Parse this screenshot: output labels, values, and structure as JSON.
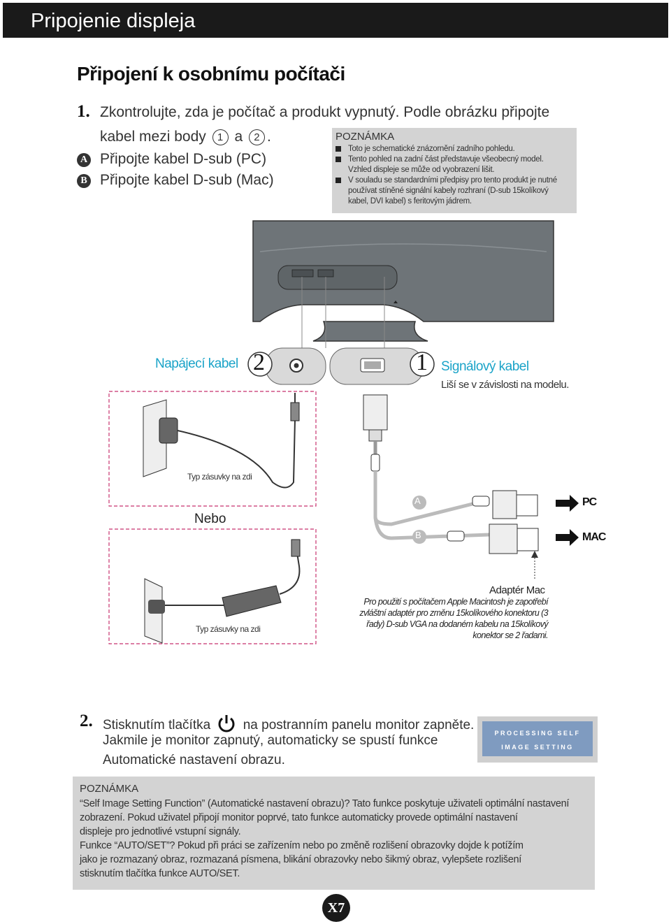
{
  "header": {
    "title": "Pripojenie displeja"
  },
  "section": {
    "title": "Připojení k  osobnímu počítači"
  },
  "step1": {
    "num": "1.",
    "line1": "Zkontrolujte, zda je počítač a  produkt vypnutý. Podle obrázku připojte",
    "line2_prefix": "kabel mezi body",
    "circle1": "1",
    "and": "a",
    "circle2": "2",
    "line2_suffix": ".",
    "a_label": "A",
    "a_text": "Připojte kabel D-sub (PC)",
    "b_label": "B",
    "b_text": "Připojte kabel D-sub (Mac)"
  },
  "note1": {
    "heading": "POZNÁMKA",
    "bullet1_l1": "Toto je schematické znázornění zadního pohledu.",
    "bullet2_l1": "Tento pohled na zadní část představuje všeobecný model.",
    "bullet2_l2": "Vzhled displeje se může od vyobrazení lišit.",
    "bullet3_l1": "V  souladu se standardními předpisy pro tento produkt je nutné",
    "bullet3_l2": "používat stíněné signální kabely rozhraní (D-sub 15kolíkový",
    "bullet3_l3": "kabel, DVI kabel) s  feritovým jádrem."
  },
  "diagram": {
    "power_label": "Napájecí kabel",
    "num2": "2",
    "num1": "1",
    "signal_label": "Signálový kabel",
    "signal_sub": "Liší se v závislosti na modelu.",
    "wall_type_1": "Typ zásuvky na zdi",
    "or": "Nebo",
    "wall_type_2": "Typ zásuvky na zdi",
    "a_mark": "A",
    "b_mark": "B",
    "pc": "PC",
    "mac": "MAC",
    "mac_adapter": "Adaptér Mac",
    "mac_desc_1": "Pro použití s počítačem Apple Macintosh je zapotřebí",
    "mac_desc_2": "zvláštní adaptér pro změnu 15kolíkového konektoru (3",
    "mac_desc_3": "řady) D-sub VGA na dodaném kabelu na 15kolíkový",
    "mac_desc_4": "konektor se 2  řadami."
  },
  "step2": {
    "num": "2.",
    "line1_a": "Stisknutím tlačítka",
    "line1_b": "na postranním panelu monitor zapněte.",
    "line2": "Jakmile je monitor zapnutý, automaticky se spustí funkce",
    "line3": "Automatické nastavení obrazu.",
    "osd_line1": "PROCESSING SELF",
    "osd_line2": "IMAGE SETTING"
  },
  "note2": {
    "heading": "POZNÁMKA",
    "l1": "“Self Image Setting Function” (Automatické nastavení obrazu)? Tato funkce poskytuje uživateli optimální nastavení",
    "l2": "zobrazení. Pokud uživatel připojí monitor poprvé, tato funkce automaticky provede optimální nastavení",
    "l3": "displeje pro jednotlivé vstupní signály.",
    "l4": "Funkce “AUTO/SET”? Pokud při práci se zařízením nebo po změně rozlišení obrazovky dojde k  potížím",
    "l5": "jako je rozmazaný obraz, rozmazaná písmena, blikání obrazovky nebo šikmý obraz, vylepšete rozlišení",
    "l6": "stisknutím tlačítka funkce AUTO/SET."
  },
  "page": {
    "number": "X7"
  },
  "colors": {
    "accent": "#1aa3c8",
    "header_bg": "#1a1a1a",
    "note_bg": "#d3d3d3",
    "osd_bg": "#7f9bc0"
  }
}
